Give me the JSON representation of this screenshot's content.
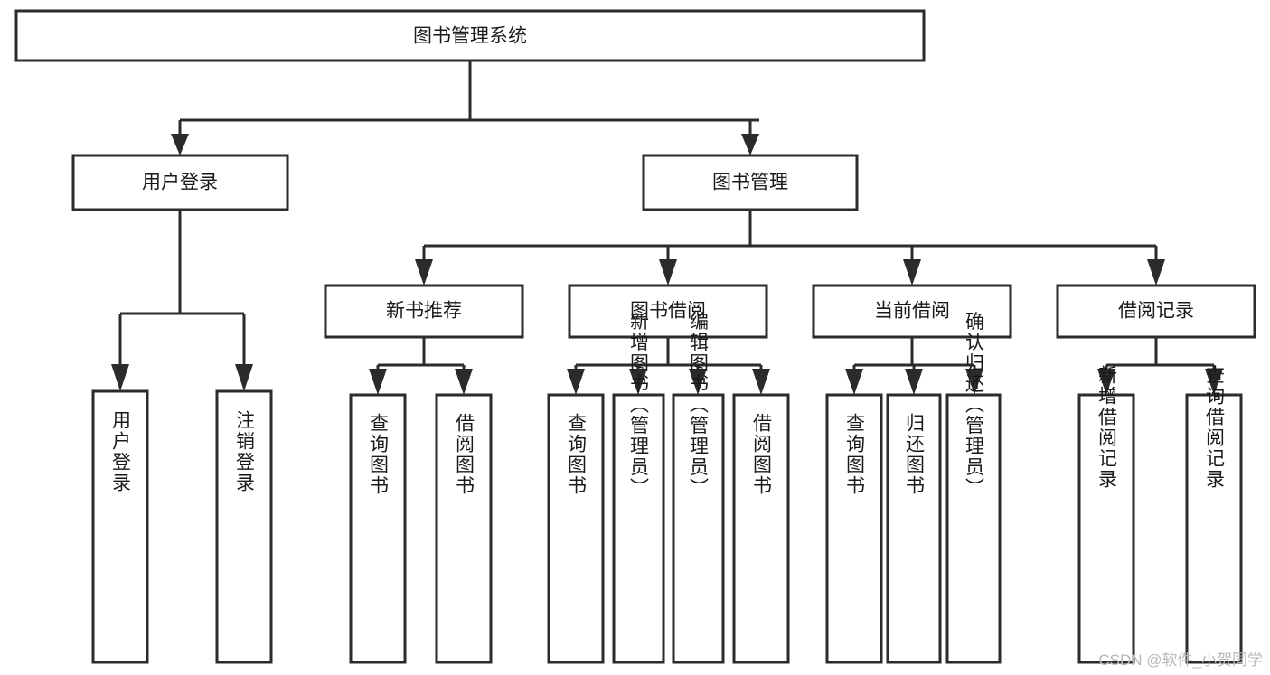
{
  "diagram": {
    "type": "tree",
    "title": "图书管理系统",
    "orientation": "top-down",
    "root": {
      "id": "root",
      "label": "图书管理系统",
      "level": 0
    },
    "level1": [
      {
        "id": "user-login",
        "label": "用户登录",
        "level": 1
      },
      {
        "id": "book-management",
        "label": "图书管理",
        "level": 1
      }
    ],
    "level2": [
      {
        "id": "new-book-recommend",
        "label": "新书推荐",
        "level": 2,
        "parent": "book-management"
      },
      {
        "id": "book-borrow",
        "label": "图书借阅",
        "level": 2,
        "parent": "book-management"
      },
      {
        "id": "current-borrow",
        "label": "当前借阅",
        "level": 2,
        "parent": "book-management"
      },
      {
        "id": "borrow-record",
        "label": "借阅记录",
        "level": 2,
        "parent": "book-management"
      }
    ],
    "leaves": [
      {
        "id": "leaf-user-login",
        "label": "用户登录",
        "parent": "user-login"
      },
      {
        "id": "leaf-logout-login",
        "label": "注销登录",
        "parent": "user-login"
      },
      {
        "id": "leaf-query-book-1",
        "label": "查询图书",
        "parent": "new-book-recommend"
      },
      {
        "id": "leaf-borrow-book-1",
        "label": "借阅图书",
        "parent": "new-book-recommend"
      },
      {
        "id": "leaf-query-book-2",
        "label": "查询图书",
        "parent": "book-borrow"
      },
      {
        "id": "leaf-add-book",
        "label": "新增图书（管理员）",
        "parent": "book-borrow"
      },
      {
        "id": "leaf-edit-book",
        "label": "编辑图书（管理员）",
        "parent": "book-borrow"
      },
      {
        "id": "leaf-borrow-book-2",
        "label": "借阅图书",
        "parent": "book-borrow"
      },
      {
        "id": "leaf-query-book-3",
        "label": "查询图书",
        "parent": "current-borrow"
      },
      {
        "id": "leaf-return-book",
        "label": "归还图书",
        "parent": "current-borrow"
      },
      {
        "id": "leaf-confirm-return",
        "label": "确认归还（管理员）",
        "parent": "current-borrow"
      },
      {
        "id": "leaf-add-borrow-record",
        "label": "新增借阅记录",
        "parent": "borrow-record"
      },
      {
        "id": "leaf-query-borrow-record",
        "label": "查询借阅记录",
        "parent": "borrow-record"
      }
    ]
  },
  "watermark": {
    "text": "CSDN @软件_小贺同学"
  },
  "colors": {
    "stroke": "#2b2b2b",
    "fill": "#ffffff",
    "text": "#1a1a1a",
    "watermark": "#b8b8b8",
    "background": "#ffffff"
  }
}
